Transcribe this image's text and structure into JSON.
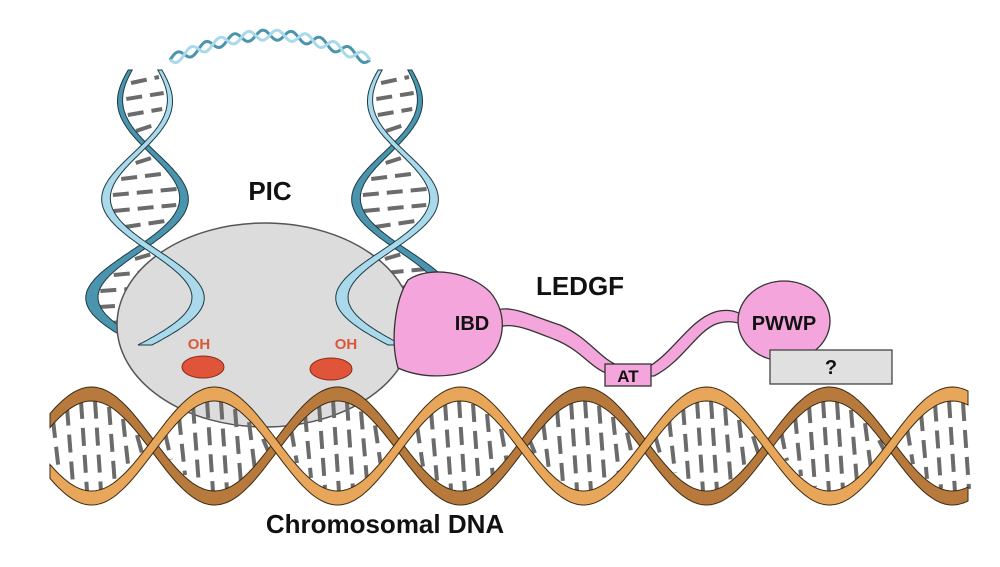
{
  "labels": {
    "pic": "PIC",
    "ledgf": "LEDGF",
    "ibd": "IBD",
    "pwwp": "PWWP",
    "at": "AT",
    "unknown": "?",
    "oh_left": "OH",
    "oh_right": "OH",
    "chromosomal_dna": "Chromosomal DNA"
  },
  "colors": {
    "chromosome_strand": "#e8a65a",
    "chromosome_strand_dark": "#b77a3c",
    "viral_strand": "#a9d9ea",
    "viral_strand_dark": "#4a95ad",
    "base_pair": "#6b6b6b",
    "pic_body": "#dcdcdc",
    "ledgf": "#f4a6dc",
    "oh_marker": "#e0543a",
    "unknown_box": "#e0e0e0"
  }
}
